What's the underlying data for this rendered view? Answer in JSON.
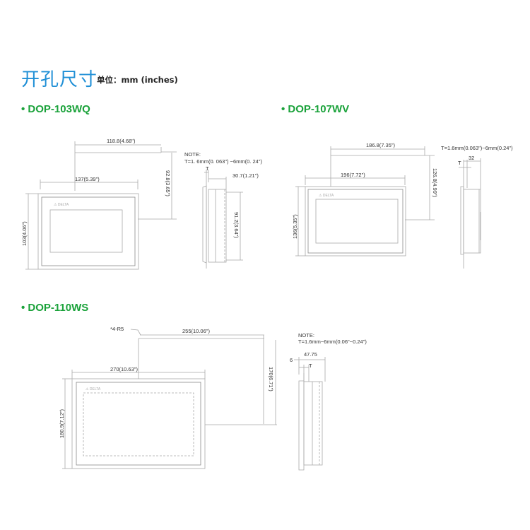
{
  "header": {
    "title": "开孔尺寸",
    "unit_label": "单位：mm (inches)"
  },
  "models": [
    {
      "name": "• DOP-103WQ",
      "cutout_width": "118.8(4.68\")",
      "cutout_height": "92.8(3.65\")",
      "panel_width": "137(5.39\")",
      "panel_height": "103(4.06\")",
      "side_note_title": "NOTE:",
      "side_note_text": "T=1. 6mm(0. 063\") ~6mm(0. 24\")",
      "side_T": "T",
      "side_depth": "30.7(1.21\")",
      "side_height": "91.2(3.64\")"
    },
    {
      "name": "• DOP-107WV",
      "cutout_width": "186.8(7.35\")",
      "cutout_height": "126.8(4.99\")",
      "panel_width": "196(7.72\")",
      "panel_height": "136(5.35\")",
      "side_note_text": "T=1.6mm(0.063\")~6mm(0.24\")",
      "side_T": "T",
      "side_depth": "32"
    },
    {
      "name": "• DOP-110WS",
      "corner_radius": "*4-R5",
      "cutout_width": "255(10.06\")",
      "cutout_height": "170(6.71\")",
      "panel_width": "270(10.63\")",
      "panel_height": "180.9(7.12\")",
      "side_note_title": "NOTE:",
      "side_note_text": "T=1.6mm~6mm(0.06\"~0.24\")",
      "side_T": "T",
      "side_offset": "6",
      "side_depth": "47.75"
    }
  ],
  "colors": {
    "title": "#1f8fd6",
    "model": "#1aa23a",
    "lines": "#a9a9a9"
  }
}
